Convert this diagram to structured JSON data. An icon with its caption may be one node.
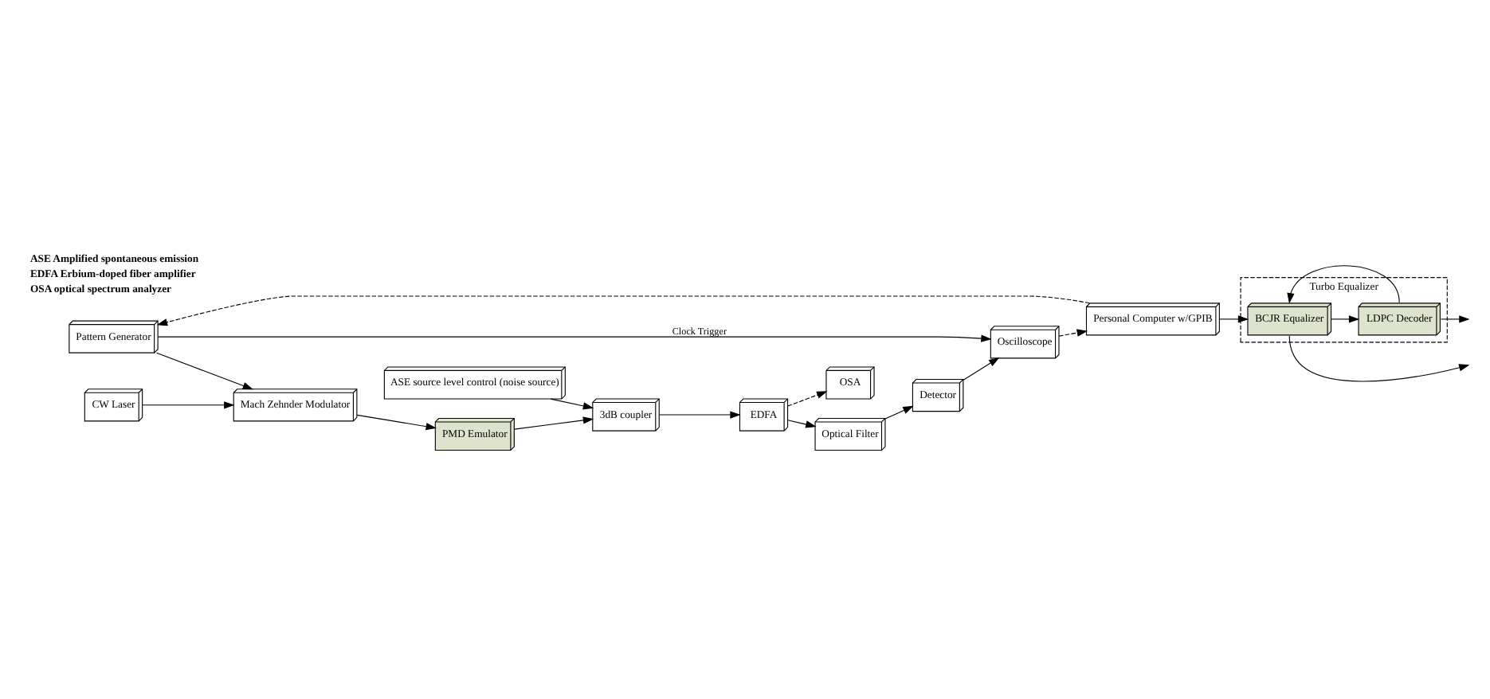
{
  "diagram": {
    "nodes": [
      {
        "text": [
          "Pattern Generator"
        ]
      },
      {
        "text": [
          "Mach Zehnder Modulator"
        ]
      },
      {
        "text": [
          "CW Laser"
        ]
      },
      {
        "text": [
          "PMD Emulator"
        ]
      },
      {
        "text": [
          "3dB coupler"
        ]
      },
      {
        "text": [
          "ASE source level control (noise source)"
        ]
      },
      {
        "text": [
          "EDFA"
        ]
      },
      {
        "text": [
          "OSA"
        ]
      },
      {
        "text": [
          "Optical Filter"
        ]
      },
      {
        "text": [
          "Detector"
        ]
      },
      {
        "text": [
          "Oscilloscope"
        ]
      },
      {
        "text": [
          "Personal Computer w/GPIB"
        ]
      },
      {
        "text": [
          "Turbo Equalizer"
        ]
      },
      {
        "text": [
          "BCJR Equalizer"
        ],
        "in": 12
      },
      {
        "text": [
          "LDPC Decoder"
        ],
        "in": 12
      }
    ],
    "edges": [
      {
        "from": 11,
        "to": 0,
        "arrow": "to",
        "style": "dashed"
      },
      {
        "from": 0,
        "to": 10,
        "arrow": "to",
        "label": "Clock Trigger"
      },
      {
        "from": 0,
        "to": 1,
        "arrow": "to"
      },
      {
        "from": 2,
        "to": 1,
        "arrow": "to"
      },
      {
        "from": 1,
        "to": 3,
        "arrow": "to"
      },
      {
        "from": 3,
        "to": 4,
        "arrow": "to"
      },
      {
        "from": 5,
        "to": 4,
        "arrow": "to"
      },
      {
        "from": 4,
        "to": 6,
        "arrow": "to"
      },
      {
        "from": 6,
        "to": 8,
        "arrow": "to"
      },
      {
        "from": 6,
        "to": 7,
        "arrow": "to",
        "style": "dashed"
      },
      {
        "from": 8,
        "to": 9,
        "arrow": "to"
      },
      {
        "from": 9,
        "to": 10,
        "arrow": "to"
      },
      {
        "from": 10,
        "to": 11,
        "arrow": "to",
        "style": "dashed"
      },
      {
        "from": 11,
        "to": 13,
        "arrow": "to"
      },
      {
        "from": 13,
        "to": 14,
        "arrow": "to"
      },
      {
        "from": 14,
        "to": 13,
        "arrow": "to"
      },
      {
        "from": 14,
        "to": null,
        "arrow": "to"
      },
      {
        "from": 13,
        "to": null,
        "arrow": "to"
      }
    ],
    "labels": [
      "ASE Amplified spontaneous emission",
      "EDFA Erbium-doped fiber amplifier",
      "OSA optical spectrum analyzer"
    ]
  }
}
